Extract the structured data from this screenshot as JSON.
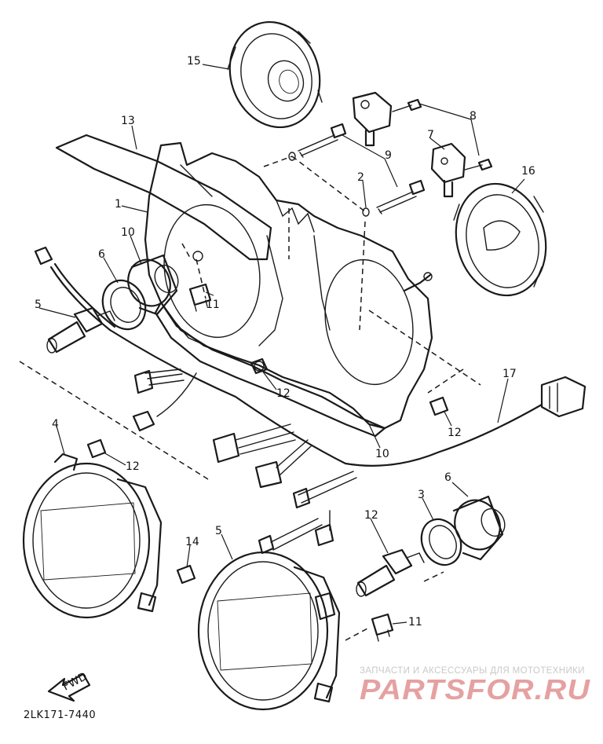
{
  "diagram": {
    "drawing_code": "2LK171-7440",
    "fwd_arrow_text": "FWD",
    "watermark": {
      "subtitle": "ЗАПЧАСТИ И АКСЕССУАРЫ ДЛЯ МОТОТЕХНИКИ",
      "logo_text": "PARTSFOR.RU",
      "logo_color": "#e5a1a1"
    },
    "callouts": [
      {
        "id": "c15",
        "label": "15"
      },
      {
        "id": "c13",
        "label": "13"
      },
      {
        "id": "c8",
        "label": "8"
      },
      {
        "id": "c7",
        "label": "7"
      },
      {
        "id": "c9",
        "label": "9"
      },
      {
        "id": "c2",
        "label": "2"
      },
      {
        "id": "c16",
        "label": "16"
      },
      {
        "id": "c1",
        "label": "1"
      },
      {
        "id": "c10a",
        "label": "10"
      },
      {
        "id": "c6a",
        "label": "6"
      },
      {
        "id": "c11a",
        "label": "11"
      },
      {
        "id": "c5a",
        "label": "5"
      },
      {
        "id": "c12a",
        "label": "12"
      },
      {
        "id": "c17",
        "label": "17"
      },
      {
        "id": "c12b",
        "label": "12"
      },
      {
        "id": "c4",
        "label": "4"
      },
      {
        "id": "c12c",
        "label": "12"
      },
      {
        "id": "c14",
        "label": "14"
      },
      {
        "id": "c10b",
        "label": "10"
      },
      {
        "id": "c6b",
        "label": "6"
      },
      {
        "id": "c3",
        "label": "3"
      },
      {
        "id": "c5b",
        "label": "5"
      },
      {
        "id": "c12d",
        "label": "12"
      },
      {
        "id": "c11b",
        "label": "11"
      }
    ]
  }
}
